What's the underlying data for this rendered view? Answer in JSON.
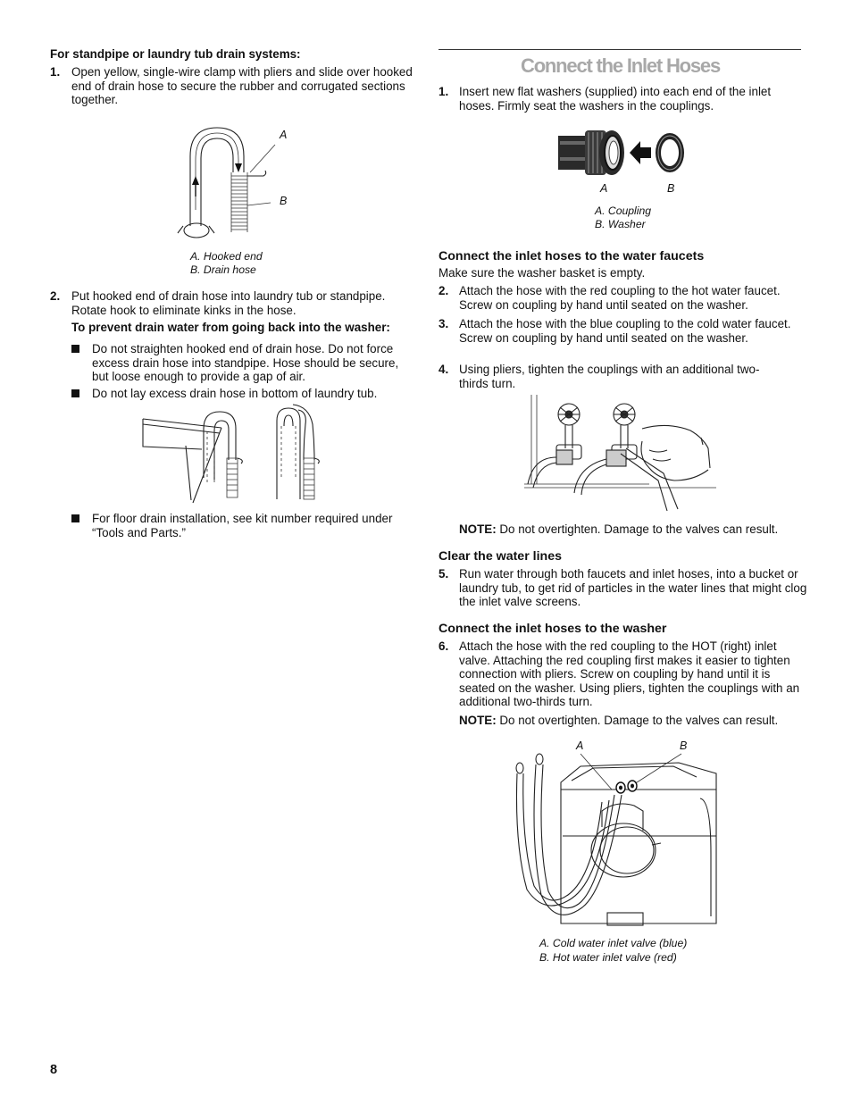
{
  "left": {
    "heading": "For standpipe or laundry tub drain systems:",
    "step1_num": "1.",
    "step1_text": "Open yellow, single-wire clamp with pliers and slide over hooked end of drain hose to secure the rubber and corrugated sections together.",
    "fig1": {
      "label_a": "A",
      "label_b": "B",
      "caption_a": "A. Hooked end",
      "caption_b": "B. Drain hose"
    },
    "step2_num": "2.",
    "step2_text": "Put hooked end of drain hose into laundry tub or standpipe. Rotate hook to eliminate kinks in the hose.",
    "prevent_heading": "To prevent drain water from going back into the washer:",
    "bullets": [
      "Do not straighten hooked end of drain hose. Do not force excess drain hose into standpipe. Hose should be secure, but loose enough to provide a gap of air.",
      "Do not lay excess drain hose in bottom of laundry tub.",
      "For floor drain installation, see kit number required under “Tools and Parts.”"
    ]
  },
  "right": {
    "title": "Connect the Inlet Hoses",
    "step1_num": "1.",
    "step1_text": "Insert new flat washers (supplied) into each end of the inlet hoses. Firmly seat the washers in the couplings.",
    "fig2": {
      "label_a": "A",
      "label_b": "B",
      "caption_a": "A. Coupling",
      "caption_b": "B. Washer"
    },
    "faucets_heading": "Connect the inlet hoses to the water faucets",
    "faucets_intro": "Make sure the washer basket is empty.",
    "steps_faucet": [
      {
        "num": "2.",
        "text": "Attach the hose with the red coupling to the hot water faucet. Screw on coupling by hand until seated on the washer."
      },
      {
        "num": "3.",
        "text": "Attach the hose with the blue coupling to the cold water faucet. Screw on coupling by hand until seated on the washer."
      },
      {
        "num": "4.",
        "text": "Using pliers, tighten the couplings with an additional two-thirds turn."
      }
    ],
    "note1_label": "NOTE:",
    "note1_text": " Do not overtighten. Damage to the valves can result.",
    "clear_heading": "Clear the water lines",
    "step5_num": "5.",
    "step5_text": "Run water through both faucets and inlet hoses, into a bucket or laundry tub, to get rid of particles in the water lines that might clog the inlet valve screens.",
    "washer_heading": "Connect the inlet hoses to the washer",
    "step6_num": "6.",
    "step6_text": "Attach the hose with the red coupling to the HOT (right) inlet valve. Attaching the red coupling first makes it easier to tighten connection with pliers. Screw on coupling by hand until it is seated on the washer. Using pliers, tighten the couplings with an additional two-thirds turn.",
    "note2_label": "NOTE:",
    "note2_text": " Do not overtighten. Damage to the valves can result.",
    "fig4": {
      "label_a": "A",
      "label_b": "B",
      "caption_a": "A. Cold water inlet valve (blue)",
      "caption_b": "B. Hot water inlet valve (red)"
    }
  },
  "page_number": "8"
}
